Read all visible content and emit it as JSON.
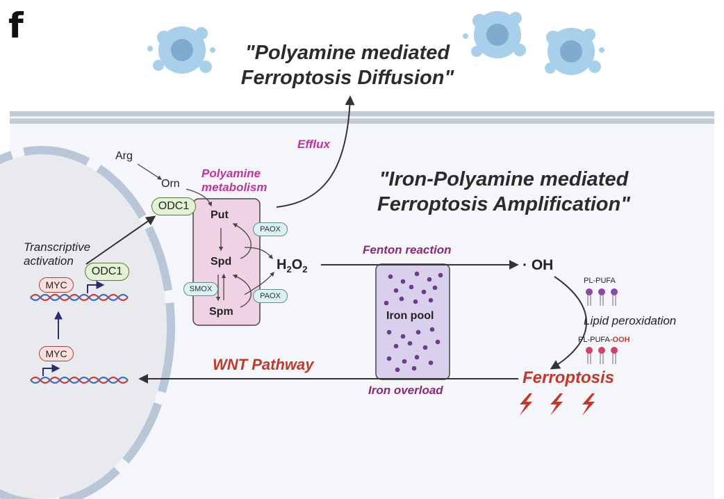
{
  "panel_label": "f",
  "titles": {
    "diffusion_line1": "\"Polyamine mediated",
    "diffusion_line2": "Ferroptosis Diffusion\"",
    "amplification_line1": "\"Iron-Polyamine mediated",
    "amplification_line2": "Ferroptosis Amplification\""
  },
  "labels": {
    "efflux": "Efflux",
    "arg": "Arg",
    "orn": "Orn",
    "polyamine_metabolism_line1": "Polyamine",
    "polyamine_metabolism_line2": "metabolism",
    "put": "Put",
    "spd": "Spd",
    "spm": "Spm",
    "paox_top": "PAOX",
    "paox_bottom": "PAOX",
    "smox": "SMOX",
    "h2o2_main": "H",
    "h2o2_sub1": "2",
    "h2o2_o": "O",
    "h2o2_sub2": "2",
    "fenton_reaction": "Fenton reaction",
    "hydroxyl": "· OH",
    "iron_pool": "Iron pool",
    "iron_overload": "Iron overload",
    "pl_pufa": "PL-PUFA",
    "pl_pufa_ooh_prefix": "PL-PUFA-",
    "pl_pufa_ooh_suffix": "OOH",
    "lipid_peroxidation": "Lipid peroxidation",
    "ferroptosis": "Ferroptosis",
    "wnt_pathway": "WNT Pathway",
    "transcriptive_line1": "Transcriptive",
    "transcriptive_line2": "activation",
    "odc1_top": "ODC1",
    "odc1_gene": "ODC1",
    "myc_upper": "MYC",
    "myc_lower": "MYC"
  },
  "colors": {
    "membrane": "#c3ccd6",
    "cell_bg": "#f4f6fa",
    "nucleus": "#e8eaee",
    "nuclear_envelope": "#b9c6d8",
    "polyamine_box": "#efd3e4",
    "polyamine_text": "#c0349a",
    "iron_box": "#d8d0ec",
    "iron_dot": "#6a3c8f",
    "dark_red": "#c0392b",
    "purple_text": "#8a2a76",
    "odc1_green": "#e3f1d5",
    "myc_pink": "#fbe0de",
    "enzyme_teal": "#ddf1f1",
    "dna_red": "#d23a3a",
    "dna_blue": "#3a6fc4",
    "arrow_navy": "#2b2d6e"
  }
}
